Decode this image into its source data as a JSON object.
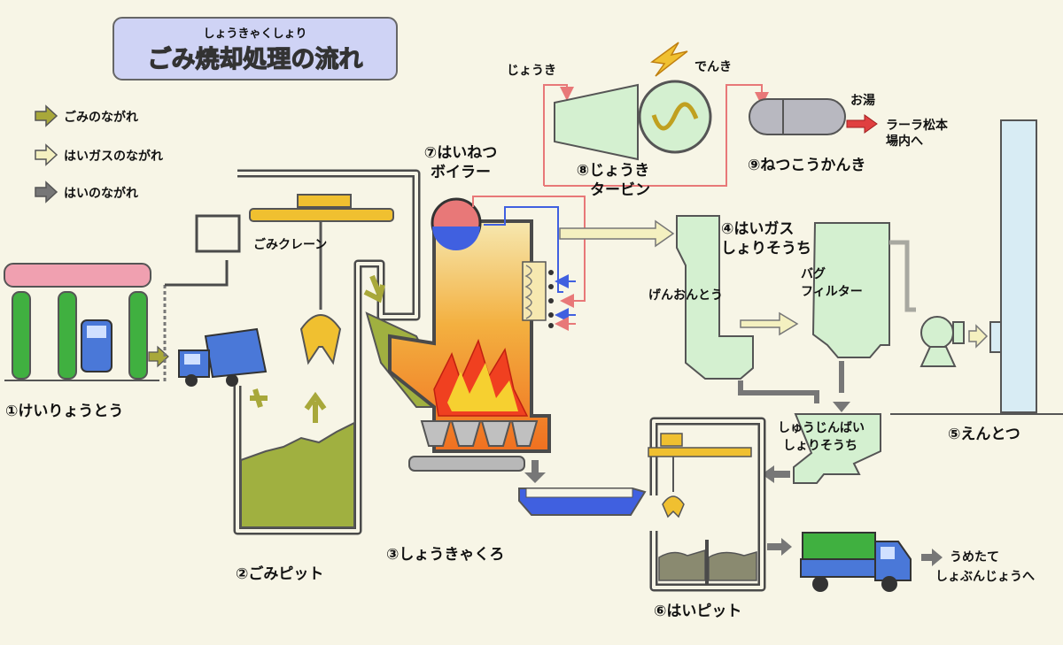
{
  "title": {
    "ruby": "しょうきゃくしょり",
    "text": "ごみ焼却処理の流れ"
  },
  "legend": [
    {
      "label": "ごみのながれ",
      "color": "#a8a83a"
    },
    {
      "label": "はいガスのながれ",
      "color": "#f4f0c0"
    },
    {
      "label": "はいのながれ",
      "color": "#777777"
    }
  ],
  "labels": {
    "weigh": "①けいりょうとう",
    "pit": "②ごみピット",
    "crane": "ごみクレーン",
    "incinerator": "③しょうきゃくろ",
    "boiler": [
      "⑦はいねつ",
      "ボイラー"
    ],
    "turbine": [
      "⑧じょうき",
      "タービン"
    ],
    "steam": "じょうき",
    "electric": "でんき",
    "exchanger": "⑨ねつこうかんき",
    "hotwater": "お湯",
    "dest": [
      "ラーラ松本",
      "場内へ"
    ],
    "gas_treat": [
      "④はいガス",
      "しょりそうち"
    ],
    "cooling_tower": "げんおんとう",
    "bag_filter": [
      "バグ",
      "フィルター"
    ],
    "dust_treat": [
      "しゅうじんばい",
      "しょりそうち"
    ],
    "chimney": "⑤えんとつ",
    "ash_pit": "⑥はいピット",
    "landfill": [
      "うめたて",
      "しょぶんじょうへ"
    ]
  },
  "colors": {
    "outline": "#4a4a4a",
    "building_fill": "#f7f5e6",
    "green_equipment": "#d4f0d0",
    "crane_yellow": "#f0c030",
    "garbage_green": "#a0b040",
    "truck_blue": "#4a78d8",
    "flame_orange": "#f09030",
    "chimney_blue": "#d8ecf4",
    "title_box": "#cfd3f5",
    "steam_pink": "#e87878",
    "cold_blue": "#4060e0"
  }
}
